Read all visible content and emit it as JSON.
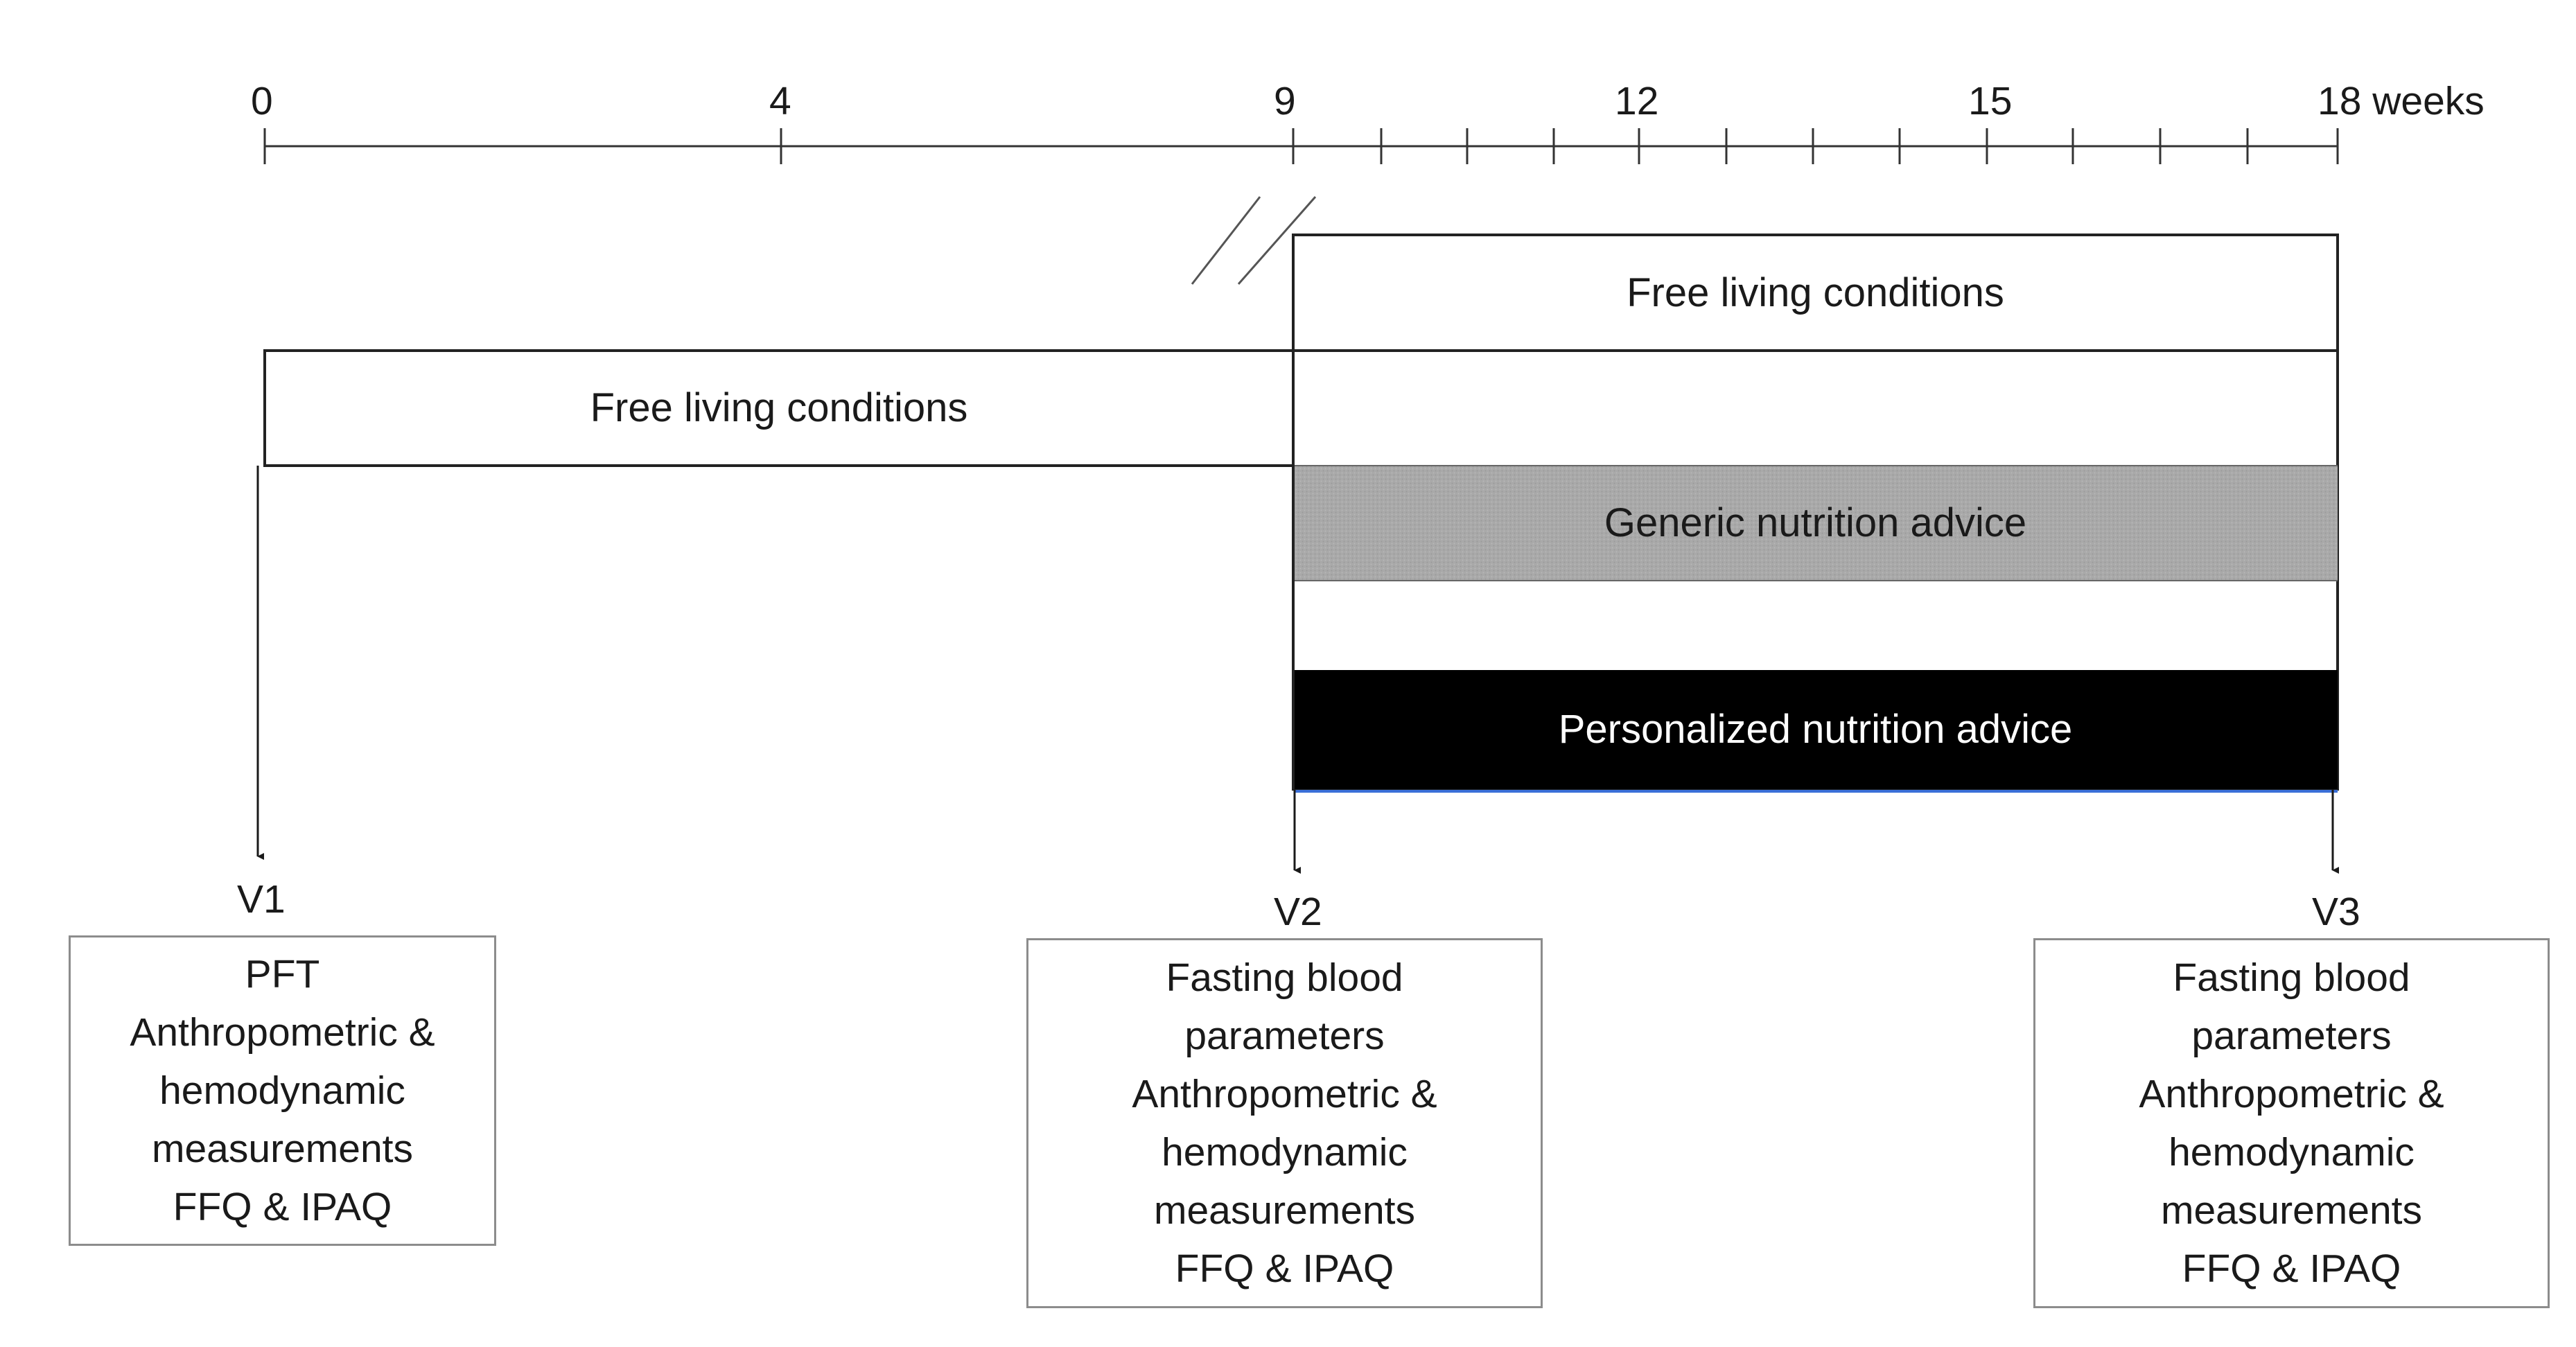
{
  "timeline": {
    "tick_labels": [
      "0",
      "4",
      "9",
      "12",
      "15",
      "18 weeks"
    ]
  },
  "phases": {
    "baseline_label": "Free living conditions",
    "intervention_control_label": "Free living conditions",
    "generic_label": "Generic nutrition advice",
    "personalized_label": "Personalized nutrition advice",
    "generic_fill": "#a8a8a8",
    "personalized_fill": "#000000",
    "personalized_underline": "#3a6fd8"
  },
  "visits": [
    {
      "label": "V1",
      "lines": [
        "PFT",
        "Anthropometric &",
        "hemodynamic",
        "measurements",
        "FFQ & IPAQ"
      ]
    },
    {
      "label": "V2",
      "lines": [
        "Fasting blood",
        "parameters",
        "Anthropometric &",
        "hemodynamic",
        "measurements",
        "FFQ & IPAQ"
      ]
    },
    {
      "label": "V3",
      "lines": [
        "Fasting blood",
        "parameters",
        "Anthropometric &",
        "hemodynamic",
        "measurements",
        "FFQ & IPAQ"
      ]
    }
  ]
}
